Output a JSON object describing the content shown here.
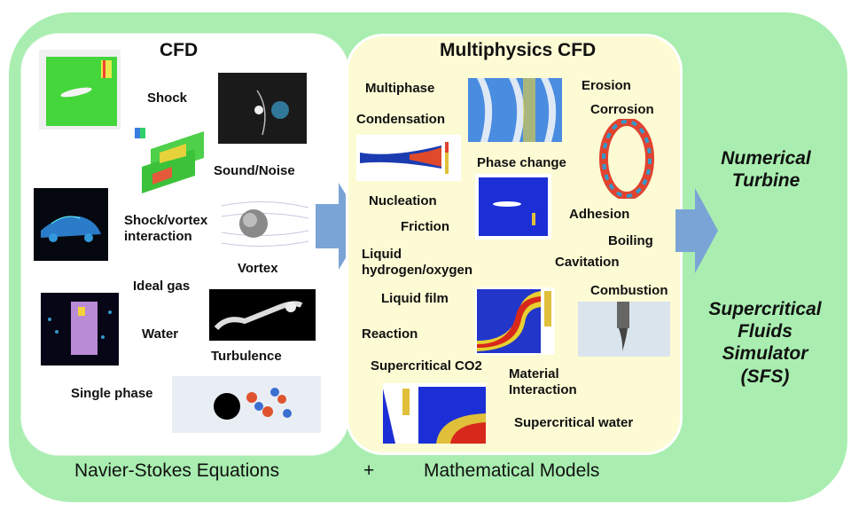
{
  "cfd": {
    "title": "CFD",
    "labels": {
      "shock": "Shock",
      "sound_noise": "Sound/Noise",
      "shock_vortex": "Shock/vortex\ninteraction",
      "vortex": "Vortex",
      "ideal_gas": "Ideal gas",
      "water": "Water",
      "turbulence": "Turbulence",
      "single_phase": "Single phase"
    }
  },
  "multiphysics": {
    "title": "Multiphysics CFD",
    "labels": {
      "multiphase": "Multiphase",
      "condensation": "Condensation",
      "erosion": "Erosion",
      "corrosion": "Corrosion",
      "phase_change": "Phase change",
      "nucleation": "Nucleation",
      "friction": "Friction",
      "adhesion": "Adhesion",
      "boiling": "Boiling",
      "liquid_h2o2": "Liquid\nhydrogen/oxygen",
      "cavitation": "Cavitation",
      "liquid_film": "Liquid film",
      "combustion": "Combustion",
      "reaction": "Reaction",
      "supercritical_co2": "Supercritical CO2",
      "material_interaction": "Material\nInteraction",
      "supercritical_water": "Supercritical water"
    }
  },
  "outputs": {
    "numerical_turbine": "Numerical\nTurbine",
    "sfs": "Supercritical\nFluids\nSimulator\n(SFS)"
  },
  "bottom": {
    "navier_stokes": "Navier-Stokes Equations",
    "plus": "+",
    "math_models": "Mathematical Models"
  },
  "colors": {
    "outer_bg": "#a9eeb0",
    "mp_bg": "#fdfbd4",
    "arrow": "#7ba4d6"
  }
}
